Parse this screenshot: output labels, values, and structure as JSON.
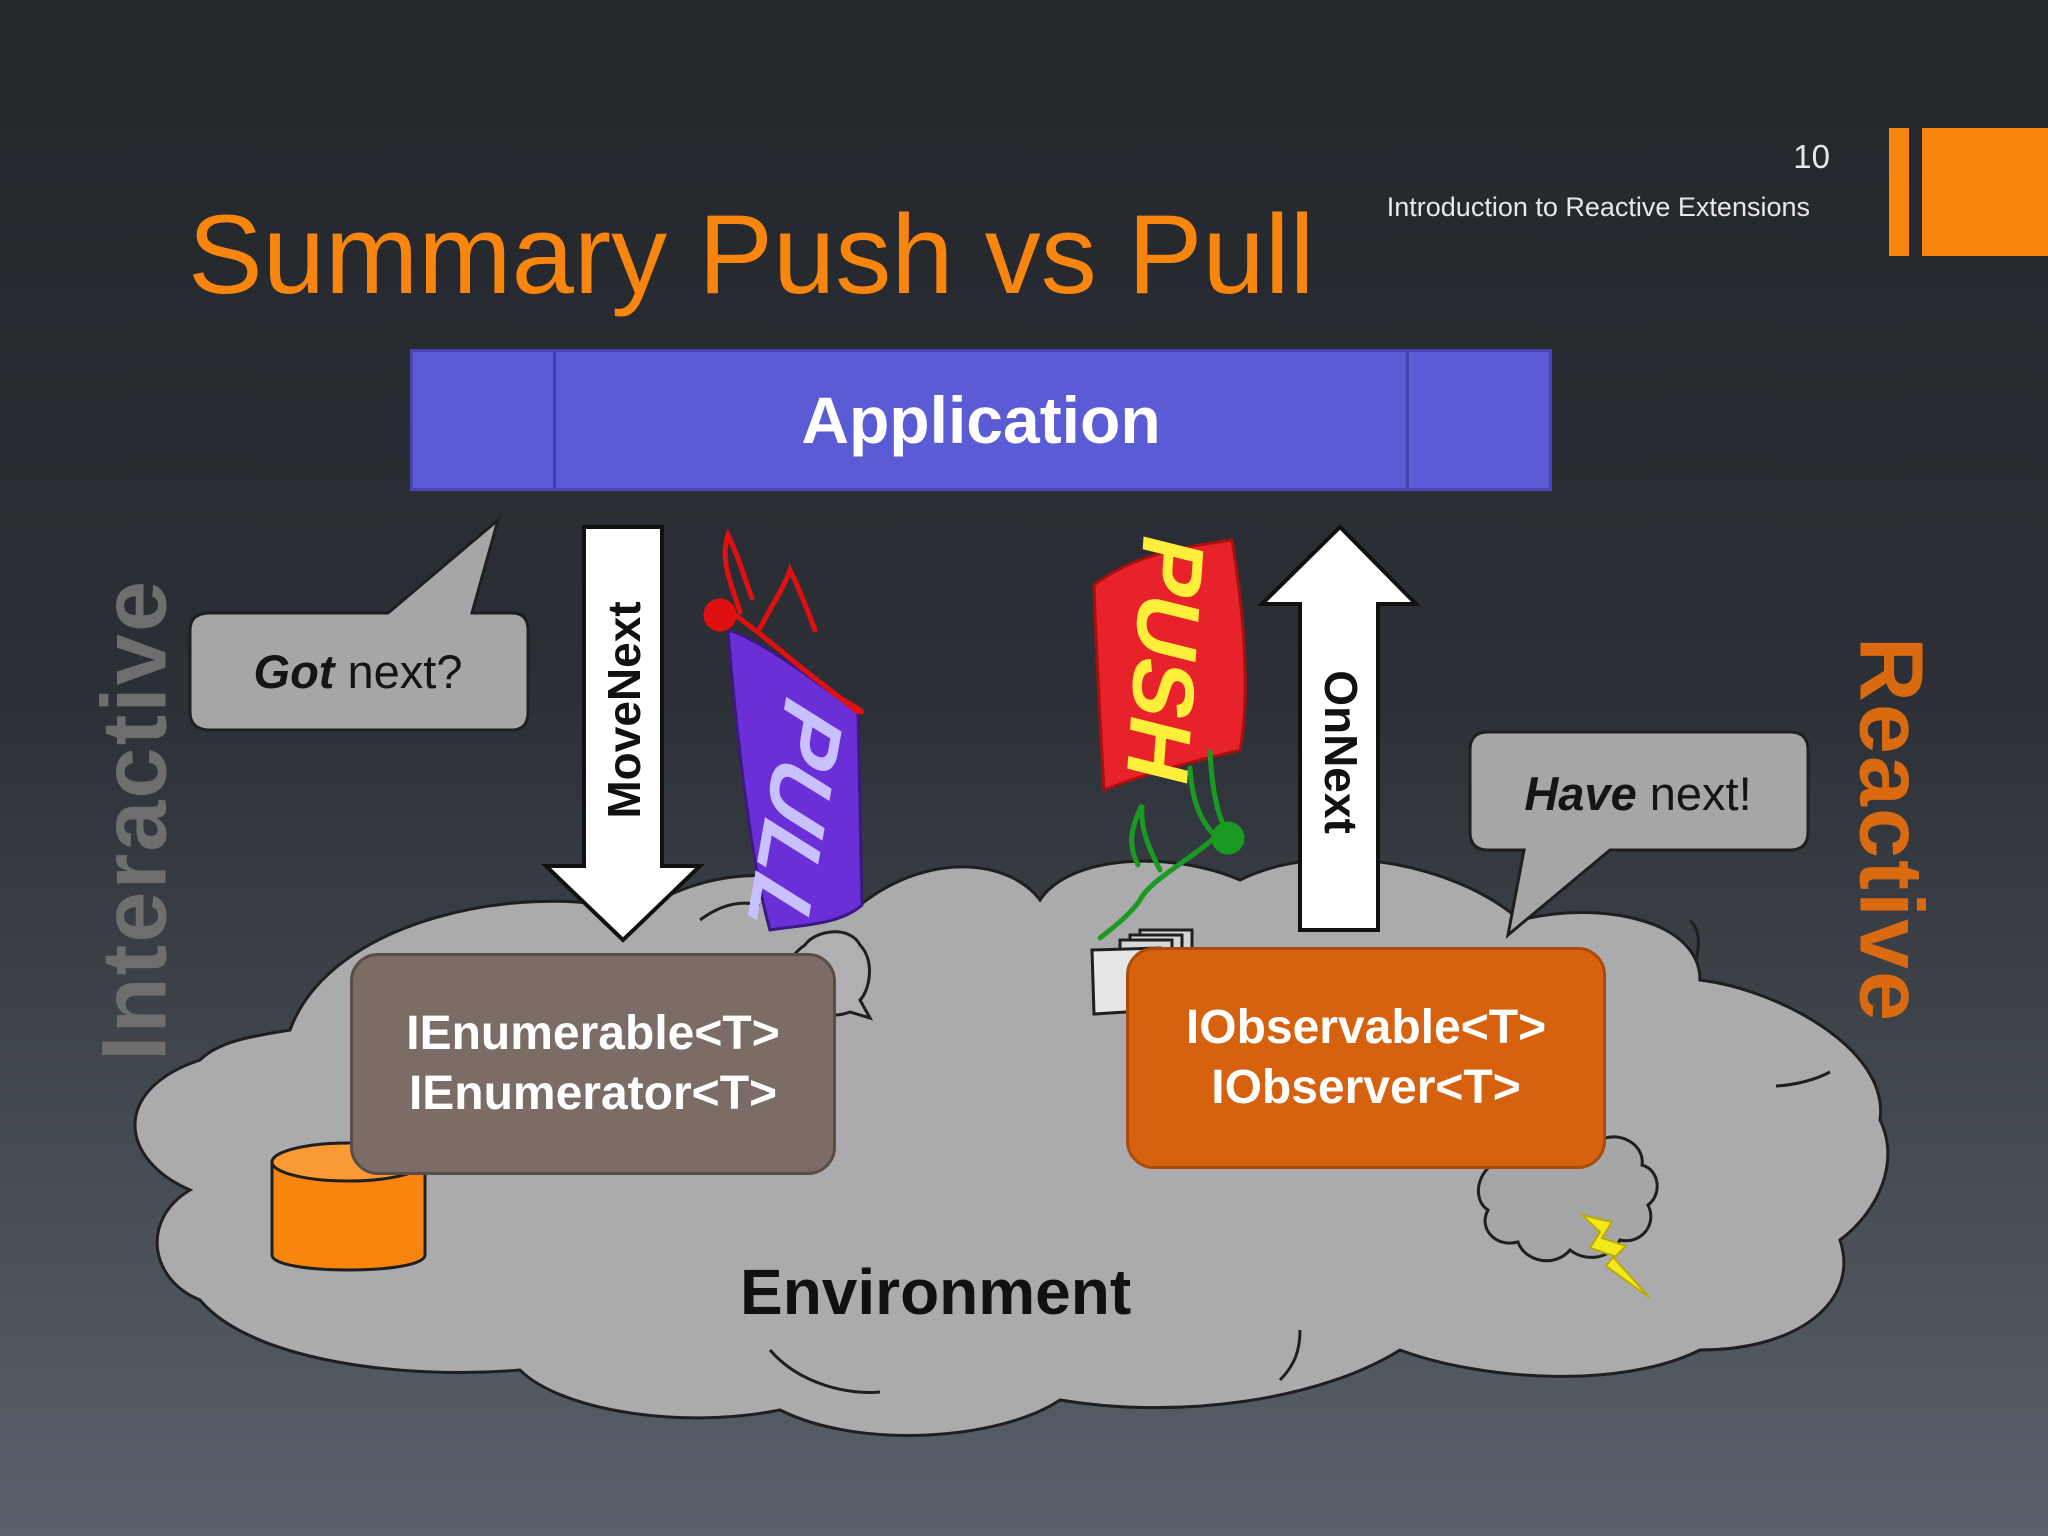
{
  "slide": {
    "title": "Summary Push vs Pull",
    "page_number": "10",
    "deck_title": "Introduction to Reactive Extensions",
    "accent_color": "#f7850e"
  },
  "sides": {
    "left": "Interactive",
    "right": "Reactive"
  },
  "application": {
    "label": "Application",
    "color": "#5b5bd6"
  },
  "arrows": {
    "pull": "MoveNext",
    "push": "OnNext"
  },
  "bubbles": {
    "left": {
      "emph": "Got",
      "rest": " next?"
    },
    "right": {
      "emph": "Have",
      "rest": " next!"
    }
  },
  "flags": {
    "pull": "PULL",
    "push": "PUSH"
  },
  "boxes": {
    "enumerable": {
      "line1": "IEnumerable<T>",
      "line2": "IEnumerator<T>",
      "color": "#7b6c66"
    },
    "observable": {
      "line1": "IObservable<T>",
      "line2": "IObserver<T>",
      "color": "#d6620f"
    }
  },
  "environment": {
    "label": "Environment"
  },
  "icons": [
    "database-icon",
    "documents-icon",
    "speech-bubble-icon",
    "storm-cloud-icon",
    "lightning-icon",
    "pull-man-icon",
    "push-man-icon"
  ]
}
